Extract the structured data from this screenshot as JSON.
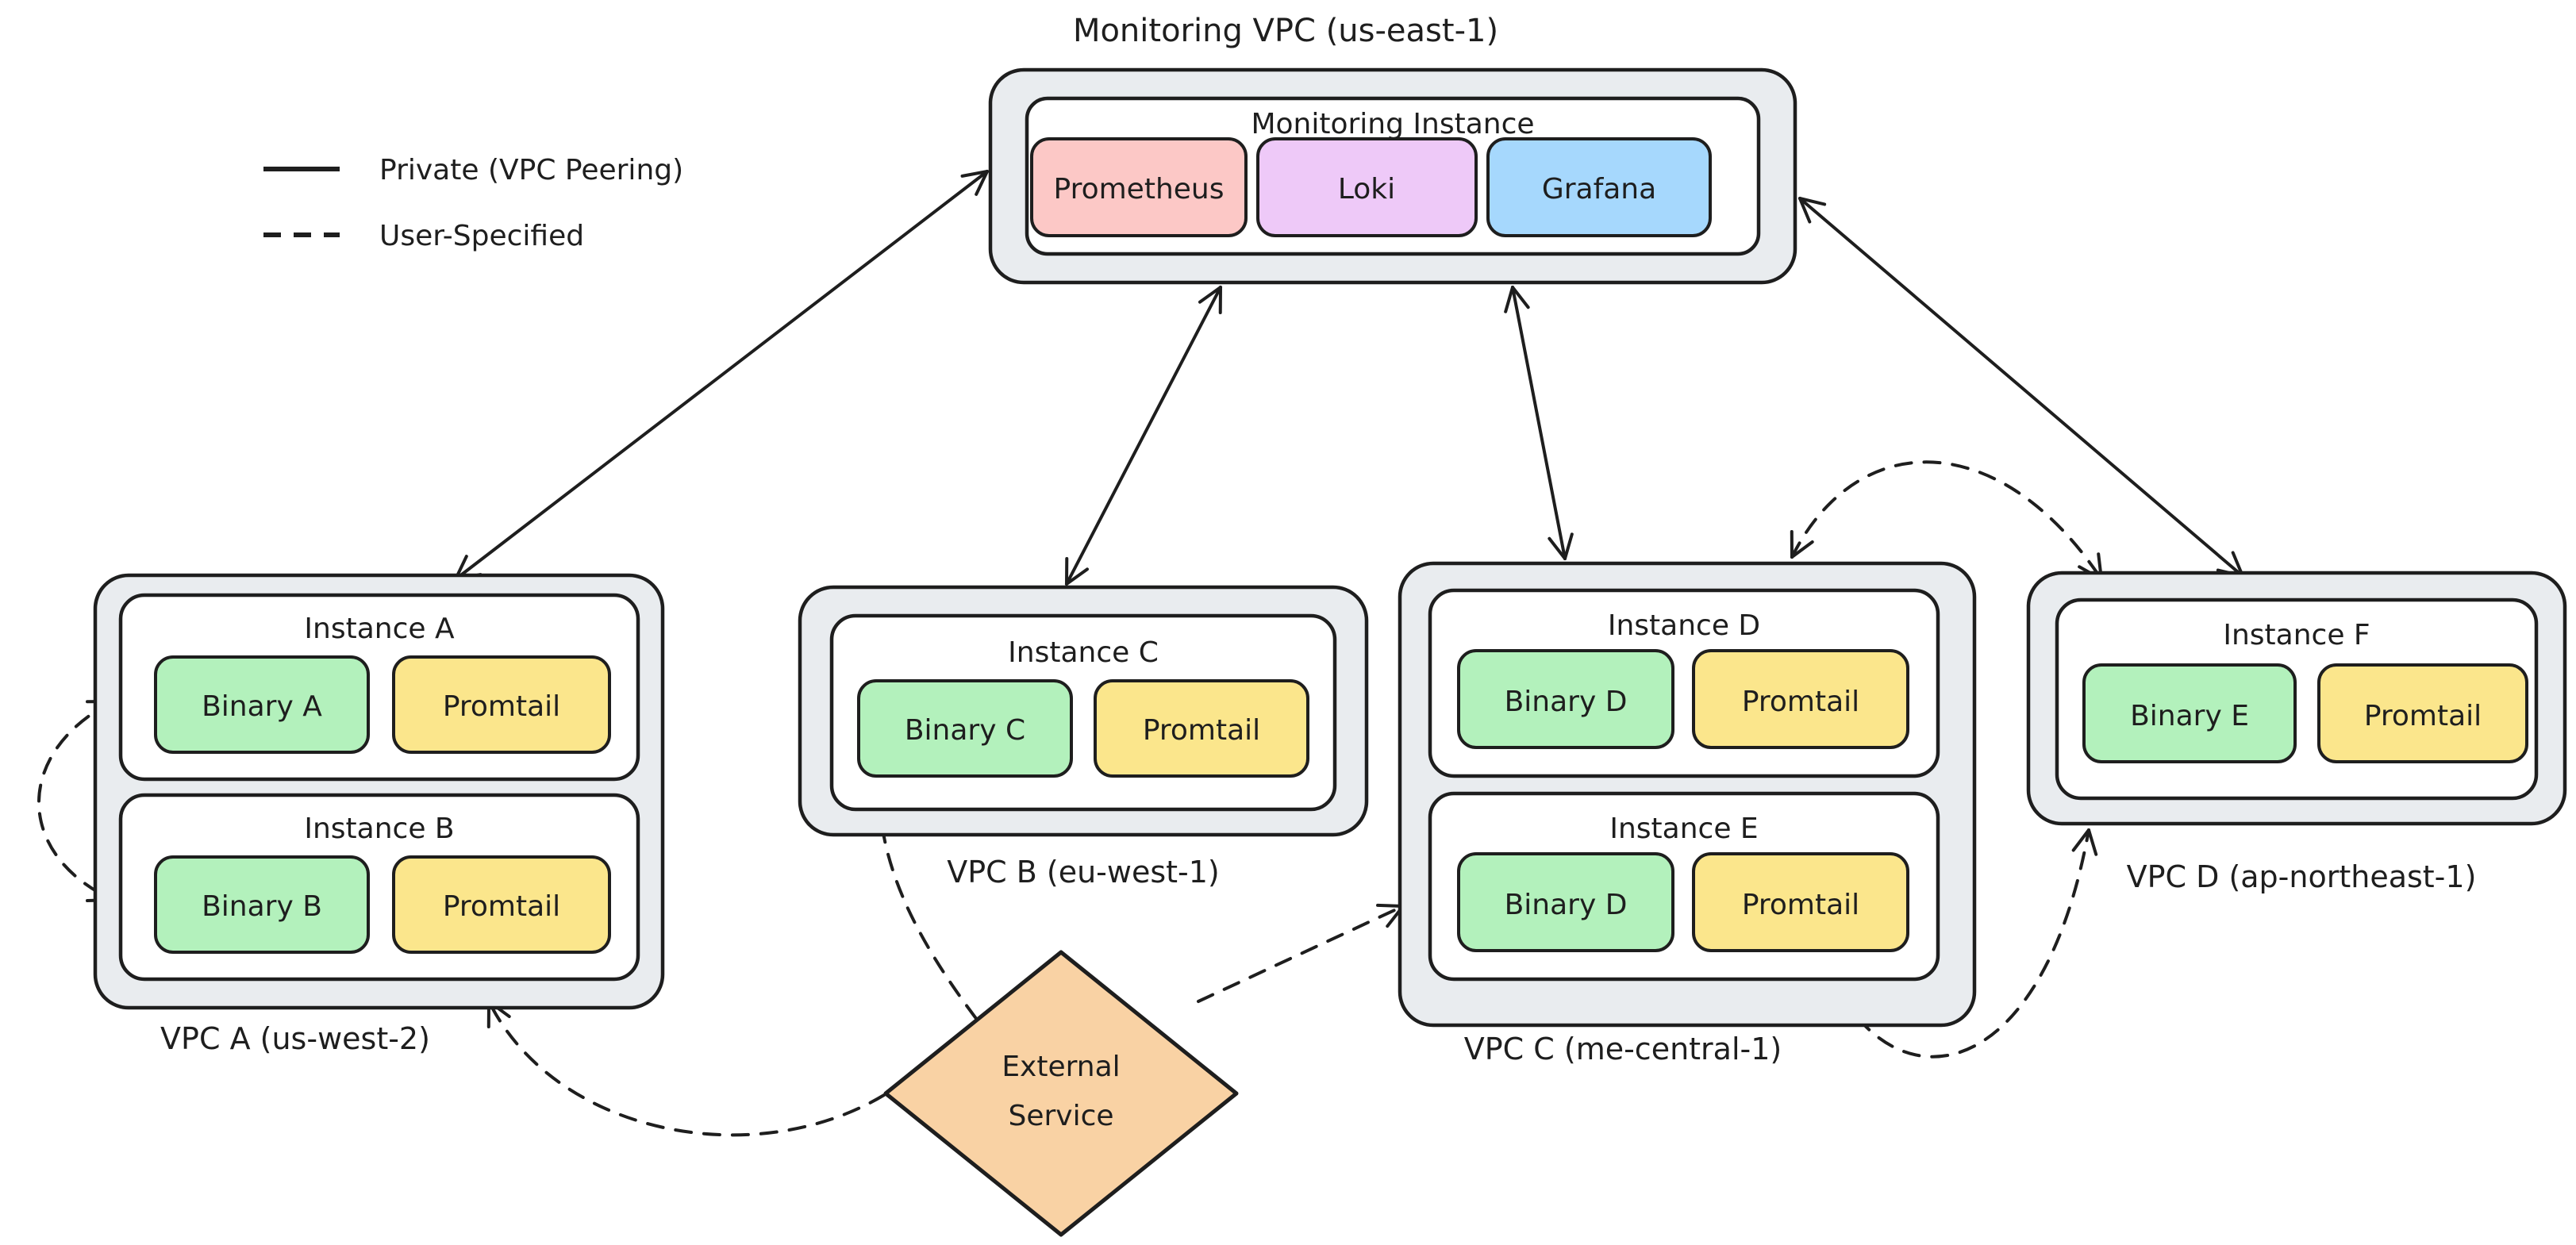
{
  "legend": {
    "items": [
      {
        "label": "Private (VPC Peering)",
        "style": "solid"
      },
      {
        "label": "User-Specified",
        "style": "dashed"
      }
    ]
  },
  "monitoring_vpc": {
    "title": "Monitoring VPC (us-east-1)",
    "instance_label": "Monitoring Instance",
    "services": [
      {
        "label": "Prometheus",
        "color": "#fcc8c6"
      },
      {
        "label": "Loki",
        "color": "#eec9f8"
      },
      {
        "label": "Grafana",
        "color": "#a6d8fd"
      }
    ]
  },
  "vpcs": [
    {
      "label": "VPC A (us-west-2)",
      "instances": [
        {
          "label": "Instance A",
          "binary": "Binary A",
          "agent": "Promtail"
        },
        {
          "label": "Instance B",
          "binary": "Binary B",
          "agent": "Promtail"
        }
      ]
    },
    {
      "label": "VPC B (eu-west-1)",
      "instances": [
        {
          "label": "Instance C",
          "binary": "Binary C",
          "agent": "Promtail"
        }
      ]
    },
    {
      "label": "VPC C (me-central-1)",
      "instances": [
        {
          "label": "Instance D",
          "binary": "Binary D",
          "agent": "Promtail"
        },
        {
          "label": "Instance E",
          "binary": "Binary D",
          "agent": "Promtail"
        }
      ]
    },
    {
      "label": "VPC D (ap-northeast-1)",
      "instances": [
        {
          "label": "Instance F",
          "binary": "Binary E",
          "agent": "Promtail"
        }
      ]
    }
  ],
  "external_service": {
    "label": "External Service",
    "line1": "External",
    "line2": "Service",
    "color": "#f9d2a4"
  },
  "colors": {
    "stroke": "#1e1e1e",
    "vpc_fill": "#e9ecef",
    "instance_fill": "#ffffff",
    "binary_fill": "#b3f1bc",
    "promtail_fill": "#fbe68c",
    "background": "#ffffff"
  },
  "connections": [
    {
      "name": "monitoring-to-vpc-a",
      "from": "monitoring-vpc",
      "to": "vpc-a",
      "type": "solid",
      "arrows": "both",
      "points": [
        1244,
        216,
        574,
        730
      ]
    },
    {
      "name": "monitoring-to-vpc-b",
      "from": "monitoring-vpc",
      "to": "vpc-b",
      "type": "solid",
      "arrows": "both",
      "points": [
        1538,
        362,
        1344,
        736
      ]
    },
    {
      "name": "monitoring-to-vpc-c",
      "from": "monitoring-vpc",
      "to": "vpc-c",
      "type": "solid",
      "arrows": "both",
      "points": [
        1906,
        362,
        1972,
        704
      ]
    },
    {
      "name": "monitoring-to-vpc-d",
      "from": "monitoring-vpc",
      "to": "vpc-d",
      "type": "solid",
      "arrows": "both",
      "points": [
        2268,
        250,
        2826,
        726
      ]
    },
    {
      "name": "instance-a-to-instance-b-loop",
      "from": "instance-a",
      "to": "instance-b",
      "type": "dashed",
      "arrows": "both",
      "points": [
        142,
        884,
        18,
        948,
        18,
        1076,
        142,
        1134
      ]
    },
    {
      "name": "external-to-vpc-a",
      "from": "external-service",
      "to": "vpc-a",
      "type": "dashed",
      "arrows": "end",
      "points": [
        1114,
        1380,
        950,
        1478,
        700,
        1430,
        616,
        1262
      ]
    },
    {
      "name": "external-to-vpc-b",
      "from": "external-service",
      "to": "vpc-b",
      "type": "dashed",
      "arrows": "end",
      "points": [
        1252,
        1312,
        1160,
        1196,
        1114,
        1104,
        1108,
        1010
      ]
    },
    {
      "name": "external-to-vpc-c",
      "from": "external-service",
      "to": "vpc-c",
      "type": "dashed",
      "arrows": "end",
      "points": [
        1510,
        1262,
        1768,
        1142
      ]
    },
    {
      "name": "vpc-c-to-vpc-d-top",
      "from": "vpc-c",
      "to": "vpc-d",
      "type": "dashed",
      "arrows": "both",
      "points": [
        2258,
        702,
        2340,
        538,
        2520,
        538,
        2648,
        730
      ]
    },
    {
      "name": "vpc-c-to-vpc-d-bottom",
      "from": "vpc-c",
      "to": "vpc-d",
      "type": "dashed",
      "arrows": "both",
      "points": [
        2304,
        1222,
        2380,
        1398,
        2572,
        1378,
        2632,
        1046
      ]
    }
  ]
}
